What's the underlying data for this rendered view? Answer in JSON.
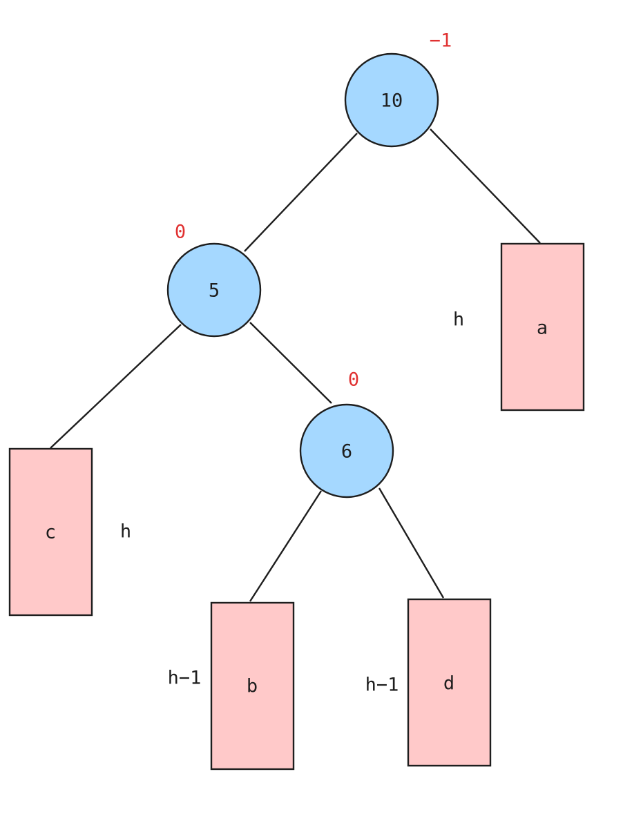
{
  "colors": {
    "node_fill": "#a5d8ff",
    "subtree_fill": "#ffc9c9",
    "stroke": "#1e1e1e",
    "balance_factor": "#e03131"
  },
  "nodes": {
    "n10": {
      "label": "10",
      "balance": "−1"
    },
    "n5": {
      "label": "5",
      "balance": "0"
    },
    "n6": {
      "label": "6",
      "balance": "0"
    }
  },
  "subtrees": {
    "a": {
      "label": "a",
      "height": "h"
    },
    "c": {
      "label": "c",
      "height": "h"
    },
    "b": {
      "label": "b",
      "height": "h−1"
    },
    "d": {
      "label": "d",
      "height": "h−1"
    }
  }
}
